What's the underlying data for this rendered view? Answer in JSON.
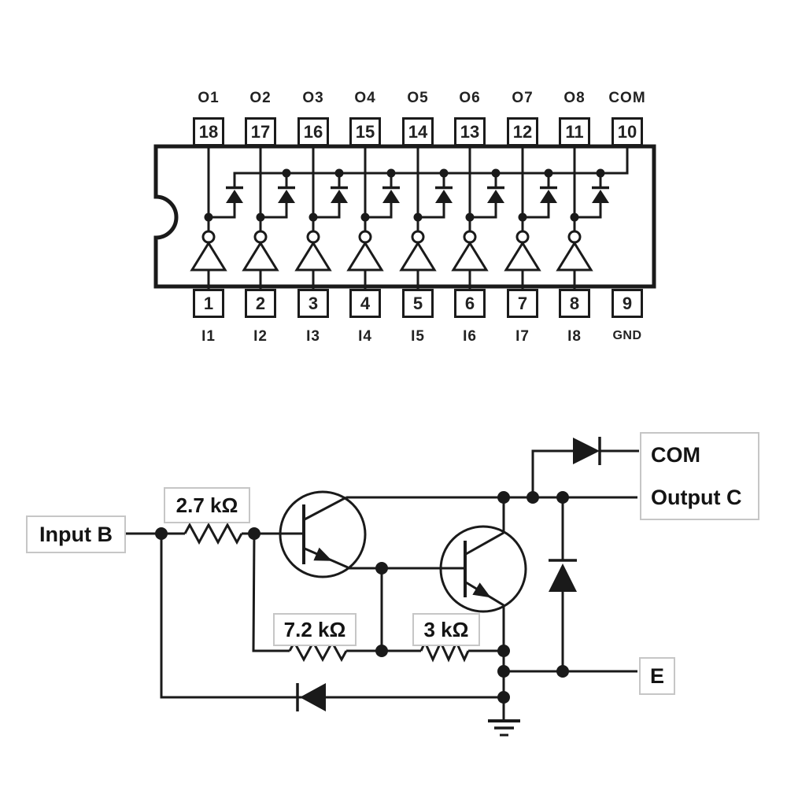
{
  "ic_pinout": {
    "top_pins": [
      {
        "label": "O1",
        "number": "18"
      },
      {
        "label": "O2",
        "number": "17"
      },
      {
        "label": "O3",
        "number": "16"
      },
      {
        "label": "O4",
        "number": "15"
      },
      {
        "label": "O5",
        "number": "14"
      },
      {
        "label": "O6",
        "number": "13"
      },
      {
        "label": "O7",
        "number": "12"
      },
      {
        "label": "O8",
        "number": "11"
      },
      {
        "label": "COM",
        "number": "10"
      }
    ],
    "bottom_pins": [
      {
        "number": "1",
        "label": "I1"
      },
      {
        "number": "2",
        "label": "I2"
      },
      {
        "number": "3",
        "label": "I3"
      },
      {
        "number": "4",
        "label": "I4"
      },
      {
        "number": "5",
        "label": "I5"
      },
      {
        "number": "6",
        "label": "I6"
      },
      {
        "number": "7",
        "label": "I7"
      },
      {
        "number": "8",
        "label": "I8"
      },
      {
        "number": "9",
        "label": "GND"
      }
    ]
  },
  "schematic": {
    "input_label": "Input B",
    "r1_label": "2.7 kΩ",
    "r2_label": "7.2 kΩ",
    "r3_label": "3 kΩ",
    "com_label": "COM",
    "output_label": "Output C",
    "emitter_label": "E"
  },
  "colors": {
    "line": "#1a1a1a",
    "label_border": "#c6c6c6",
    "background": "#ffffff"
  }
}
